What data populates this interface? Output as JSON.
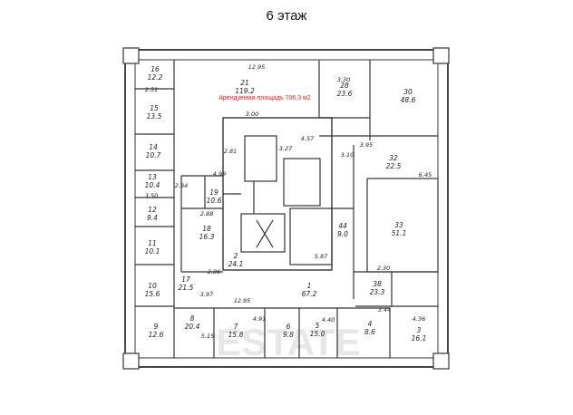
{
  "title": "6 этаж",
  "rent_note": "Арендуемая площадь 706,3 м2",
  "watermark": "ESTATE",
  "colors": {
    "wall": "#333333",
    "note": "#e02020",
    "watermark": "#d8d8d8"
  },
  "rooms": [
    {
      "num": "16",
      "area": "12.2"
    },
    {
      "num": "15",
      "area": "13.5"
    },
    {
      "num": "14",
      "area": "10.7"
    },
    {
      "num": "13",
      "area": "10.4"
    },
    {
      "num": "12",
      "area": "9.4"
    },
    {
      "num": "11",
      "area": "10.1"
    },
    {
      "num": "10",
      "area": "15.6"
    },
    {
      "num": "9",
      "area": "12.6"
    },
    {
      "num": "8",
      "area": "20.4"
    },
    {
      "num": "7",
      "area": "15.8"
    },
    {
      "num": "6",
      "area": "9.8"
    },
    {
      "num": "5",
      "area": "15.0"
    },
    {
      "num": "4",
      "area": "8.6"
    },
    {
      "num": "3",
      "area": "16.1"
    },
    {
      "num": "17",
      "area": "21.5"
    },
    {
      "num": "18",
      "area": "16.3"
    },
    {
      "num": "19",
      "area": "10.6"
    },
    {
      "num": "21",
      "area": "119.2"
    },
    {
      "num": "28",
      "area": "23.6"
    },
    {
      "num": "30",
      "area": "48.6"
    },
    {
      "num": "32",
      "area": "22.5"
    },
    {
      "num": "33",
      "area": "51.1"
    },
    {
      "num": "38",
      "area": "23.3"
    },
    {
      "num": "44",
      "area": "9.0"
    },
    {
      "num": "1",
      "area": "67.2"
    },
    {
      "num": "2",
      "area": "24.1"
    }
  ],
  "dims": [
    "12.95",
    "3.00",
    "2.51",
    "2.81",
    "4.57",
    "2.84",
    "3.50",
    "4.99",
    "3.10",
    "5.87",
    "2.86",
    "3.97",
    "12.95",
    "4.91",
    "4.40",
    "3.44",
    "4.36",
    "3.30",
    "3.95",
    "6.45",
    "2.30",
    "2.88",
    "5.15",
    "3.27"
  ]
}
